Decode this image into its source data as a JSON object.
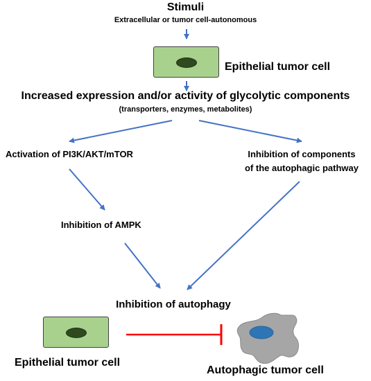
{
  "stimuli": {
    "title": "Stimuli",
    "subtitle": "Extracellular or tumor cell-autonomous"
  },
  "top_cell": {
    "label": "Epithelial tumor cell"
  },
  "glycolysis": {
    "title": "Increased expression and/or activity of glycolytic components",
    "subtitle": "(transporters, enzymes, metabolites)"
  },
  "left_branch": {
    "pi3k": "Activation of PI3K/AKT/mTOR",
    "ampk": "Inhibition of AMPK"
  },
  "right_branch": {
    "line1": "Inhibition of components",
    "line2": "of the autophagic pathway"
  },
  "outcome": {
    "label": "Inhibition of autophagy"
  },
  "bottom_left_cell": {
    "label": "Epithelial tumor cell"
  },
  "bottom_right_cell": {
    "label": "Autophagic tumor cell"
  },
  "colors": {
    "arrow": "#4472c4",
    "inhibition": "#ff0000",
    "epithelial_cell": "#a9d18e",
    "nucleus": "#2e4a1e",
    "autophagic_cell": "#a6a6a6",
    "autophagic_nucleus": "#2e75b6"
  }
}
